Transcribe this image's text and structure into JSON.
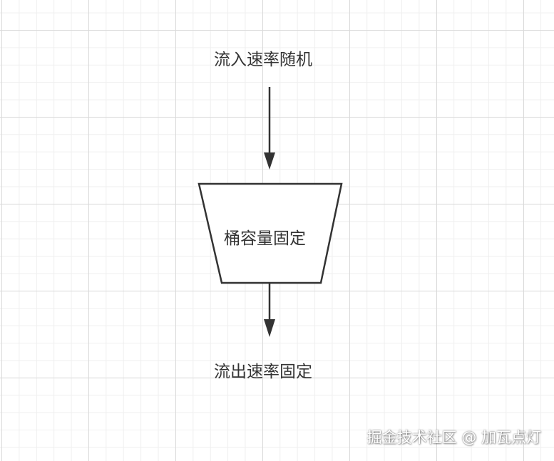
{
  "diagram": {
    "top_label": "流入速率随机",
    "bucket_label": "桶容量固定",
    "bottom_label": "流出速率固定"
  },
  "watermark": "掘金技术社区 @ 加瓦点灯",
  "colors": {
    "stroke": "#333333",
    "grid_major": "#dadada",
    "grid_minor": "#efefef",
    "background": "#ffffff"
  }
}
